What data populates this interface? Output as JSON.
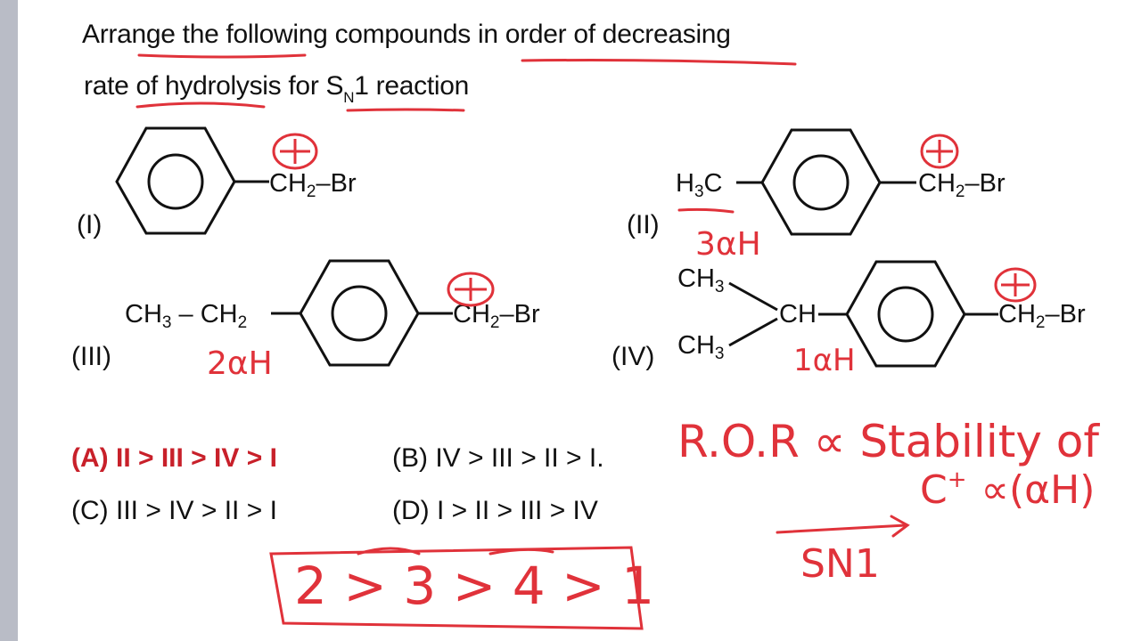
{
  "question": {
    "line1": "Arrange the following compounds in order of decreasing",
    "line2_pre": "rate of hydrolysis for S",
    "line2_sub": "N",
    "line2_post": "1 reaction"
  },
  "compounds": {
    "c1": {
      "label": "(I)",
      "right_group": "–Br"
    },
    "c2": {
      "label": "(II)",
      "left_group": "C",
      "right_group": "–Br"
    },
    "c3": {
      "label": "(III)",
      "left_group": "CH",
      "mid": " – CH",
      "right_group": "–Br"
    },
    "c4": {
      "label": "(IV)",
      "top_methyl": "CH",
      "bottom_methyl": "CH",
      "ch": "CH",
      "right_group": "–Br"
    }
  },
  "options": {
    "a": "(A) II > III > IV > I",
    "b": "(B) IV > III > II > I.",
    "c": "(C) III > IV > II > I",
    "d": "(D) I  > II > III > IV"
  },
  "annotations": {
    "c2_note": "3αH",
    "c3_note": "2αH",
    "c4_note": "1αH",
    "ror_line": "R.O.R ∝ Stability of",
    "cplus_line_a": "C",
    "cplus_line_b": "∝(αH)",
    "sn1": "SN1",
    "answer_box": "2 > 3 > 4 > 1",
    "plus_sign": "+"
  },
  "colors": {
    "annotation": "#e0323a",
    "option_a": "#c8202a",
    "sidebar": "#b9bcc6"
  }
}
